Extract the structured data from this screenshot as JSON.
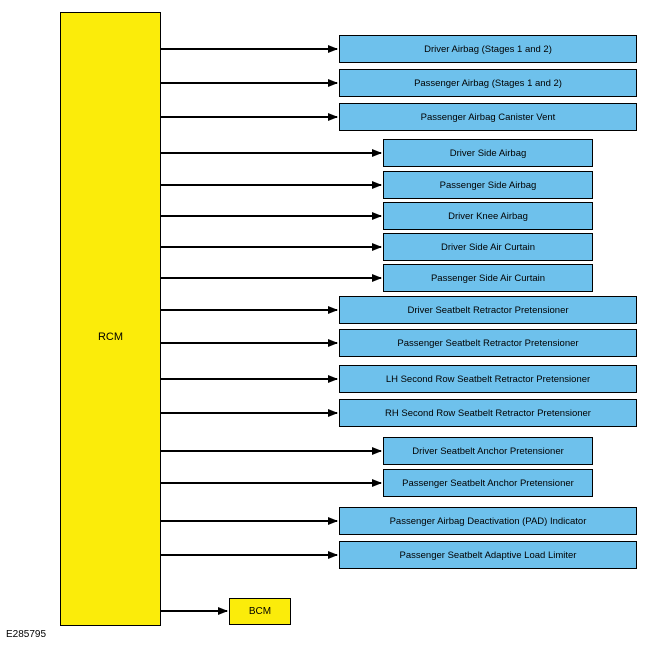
{
  "controller": {
    "label": "RCM"
  },
  "outputs": [
    {
      "label": "Driver Airbag (Stages 1 and 2)"
    },
    {
      "label": "Passenger Airbag (Stages 1 and 2)"
    },
    {
      "label": "Passenger Airbag Canister Vent"
    },
    {
      "label": "Driver Side Airbag"
    },
    {
      "label": "Passenger Side Airbag"
    },
    {
      "label": "Driver Knee Airbag"
    },
    {
      "label": "Driver Side Air Curtain"
    },
    {
      "label": "Passenger Side Air Curtain"
    },
    {
      "label": "Driver Seatbelt Retractor Pretensioner"
    },
    {
      "label": "Passenger Seatbelt Retractor Pretensioner"
    },
    {
      "label": "LH Second Row Seatbelt Retractor Pretensioner"
    },
    {
      "label": "RH Second Row Seatbelt Retractor Pretensioner"
    },
    {
      "label": "Driver Seatbelt Anchor Pretensioner"
    },
    {
      "label": "Passenger Seatbelt Anchor Pretensioner"
    },
    {
      "label": "Passenger Airbag Deactivation (PAD) Indicator"
    },
    {
      "label": "Passenger Seatbelt Adaptive Load Limiter"
    }
  ],
  "bcm": {
    "label": "BCM"
  },
  "figure_id": "E285795",
  "colors": {
    "controller_fill": "#fbec0a",
    "output_fill": "#6ec1ec",
    "line": "#000000"
  }
}
